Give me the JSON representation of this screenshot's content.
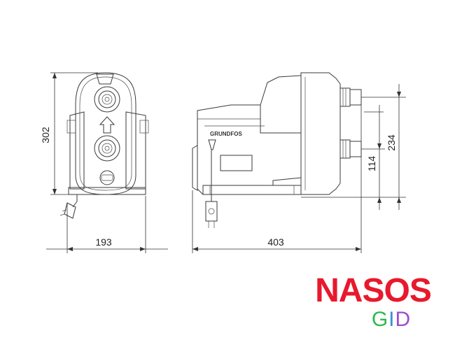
{
  "dimensions": {
    "height_left": "302",
    "width_front": "193",
    "width_side": "403",
    "height_upper_port": "234",
    "height_lower_port": "114"
  },
  "brand_on_pump": "GRUNDFOS",
  "logo": {
    "main": "NASOS",
    "sub_letters": [
      "G",
      "I",
      "D"
    ],
    "colors": {
      "main": "#e8192c",
      "g": "#2fb84a",
      "i": "#3a8fd6",
      "d": "#9b4fd1"
    }
  }
}
